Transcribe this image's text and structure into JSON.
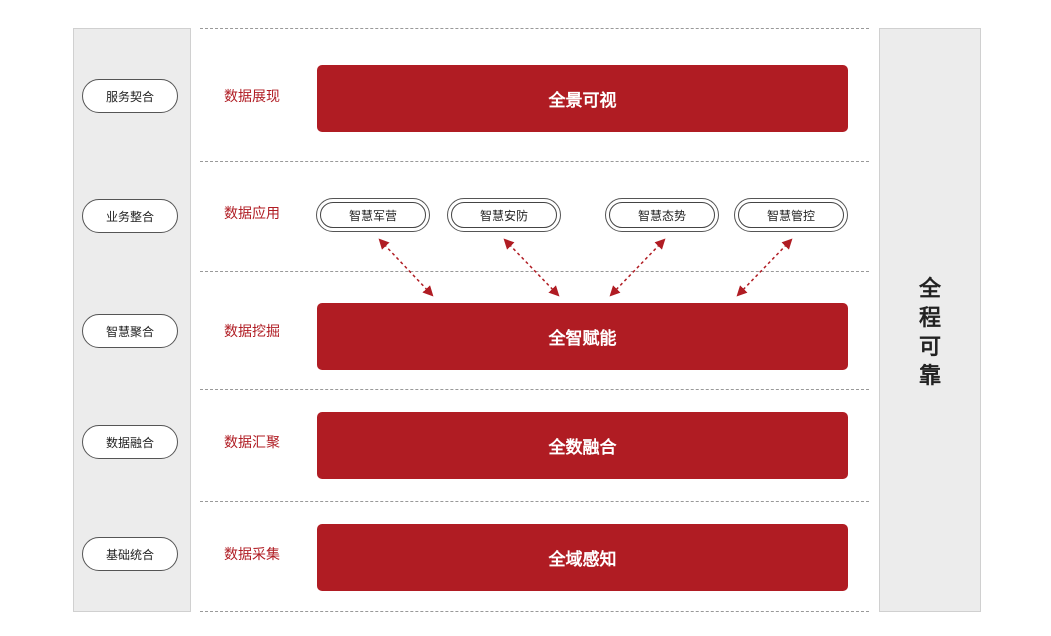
{
  "left_column": [
    "服务契合",
    "业务整合",
    "智慧聚合",
    "数据融合",
    "基础统合"
  ],
  "right_column": {
    "title_chars": [
      "全",
      "程",
      "可",
      "靠"
    ]
  },
  "layers": [
    {
      "label": "数据展现",
      "bar": "全景可视"
    },
    {
      "label": "数据应用",
      "apps": [
        "智慧军营",
        "智慧安防",
        "智慧态势",
        "智慧管控"
      ]
    },
    {
      "label": "数据挖掘",
      "bar": "全智赋能"
    },
    {
      "label": "数据汇聚",
      "bar": "全数融合"
    },
    {
      "label": "数据采集",
      "bar": "全域感知"
    }
  ],
  "colors": {
    "accent": "#b01c23",
    "panel": "#ececec",
    "text": "#222222"
  }
}
